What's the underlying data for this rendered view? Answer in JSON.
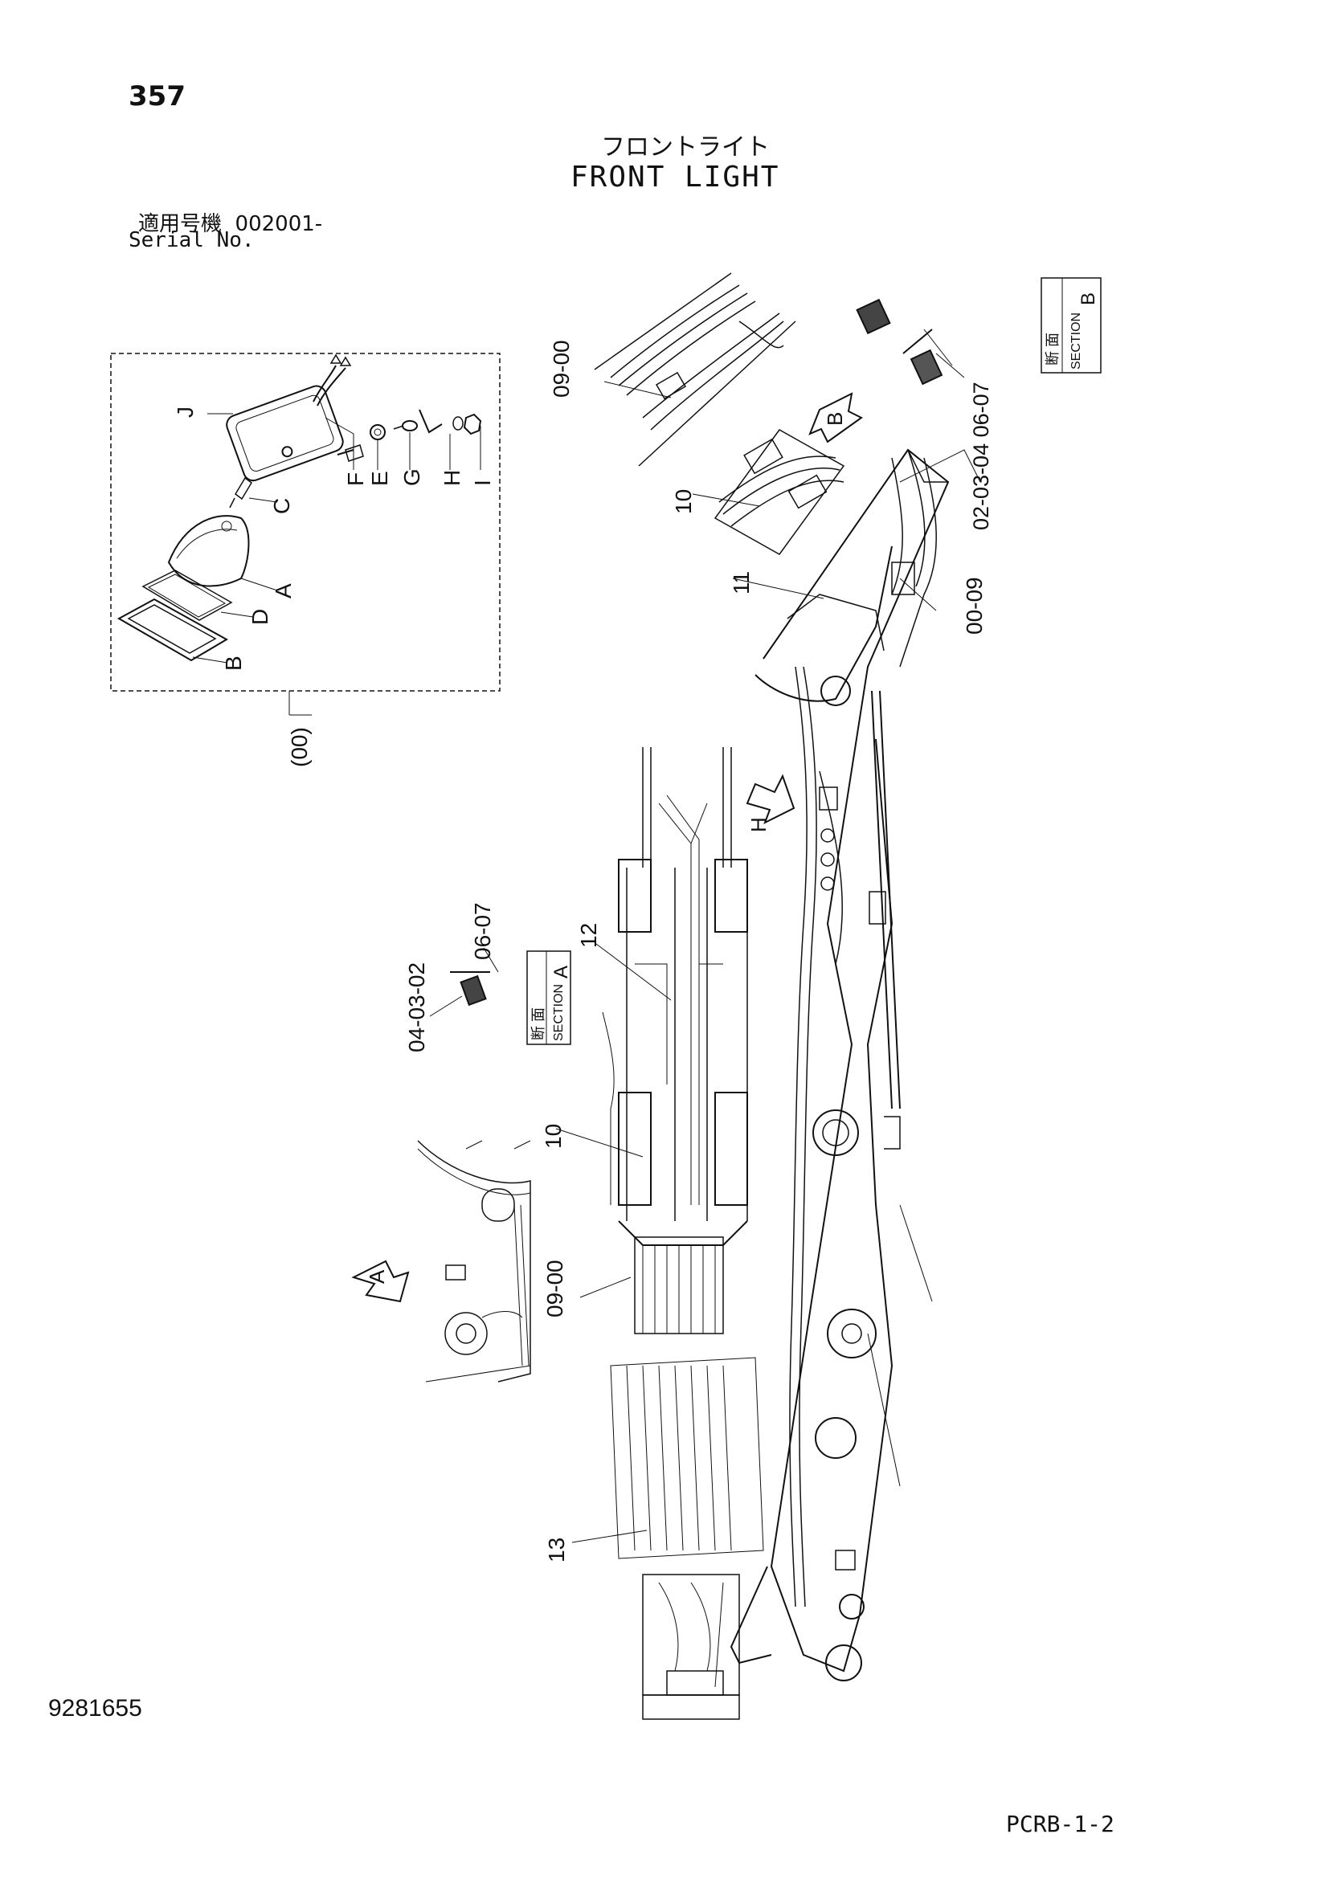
{
  "page": {
    "number": "357",
    "title_jp": "フロントライト",
    "title_en": "FRONT LIGHT",
    "serial_label_jp": "適用号機",
    "serial_value": "002001-",
    "serial_label_en": "Serial No.",
    "doc_number": "9281655",
    "catalog_code": "PCRB-1-2"
  },
  "detail_labels": {
    "J": "J",
    "F": "F",
    "E": "E",
    "G": "G",
    "H": "H",
    "I": "I",
    "C": "C",
    "A": "A",
    "D": "D",
    "B": "B",
    "assembly": "(00)"
  },
  "callouts": {
    "c0900_top": "09-00",
    "c10_top": "10",
    "c11": "11",
    "c0009": "00-09",
    "c12": "12",
    "c10_mid": "10",
    "c0900_mid": "09-00",
    "c13": "13",
    "secB_list": "02-03-04 06-07",
    "secA_top": "06-07",
    "secA_bottom": "04-03-02"
  },
  "views": {
    "B": "B",
    "H": "H",
    "A": "A"
  },
  "sections": {
    "kanji": "断 面",
    "label": "SECTION",
    "B": "B",
    "A": "A"
  }
}
